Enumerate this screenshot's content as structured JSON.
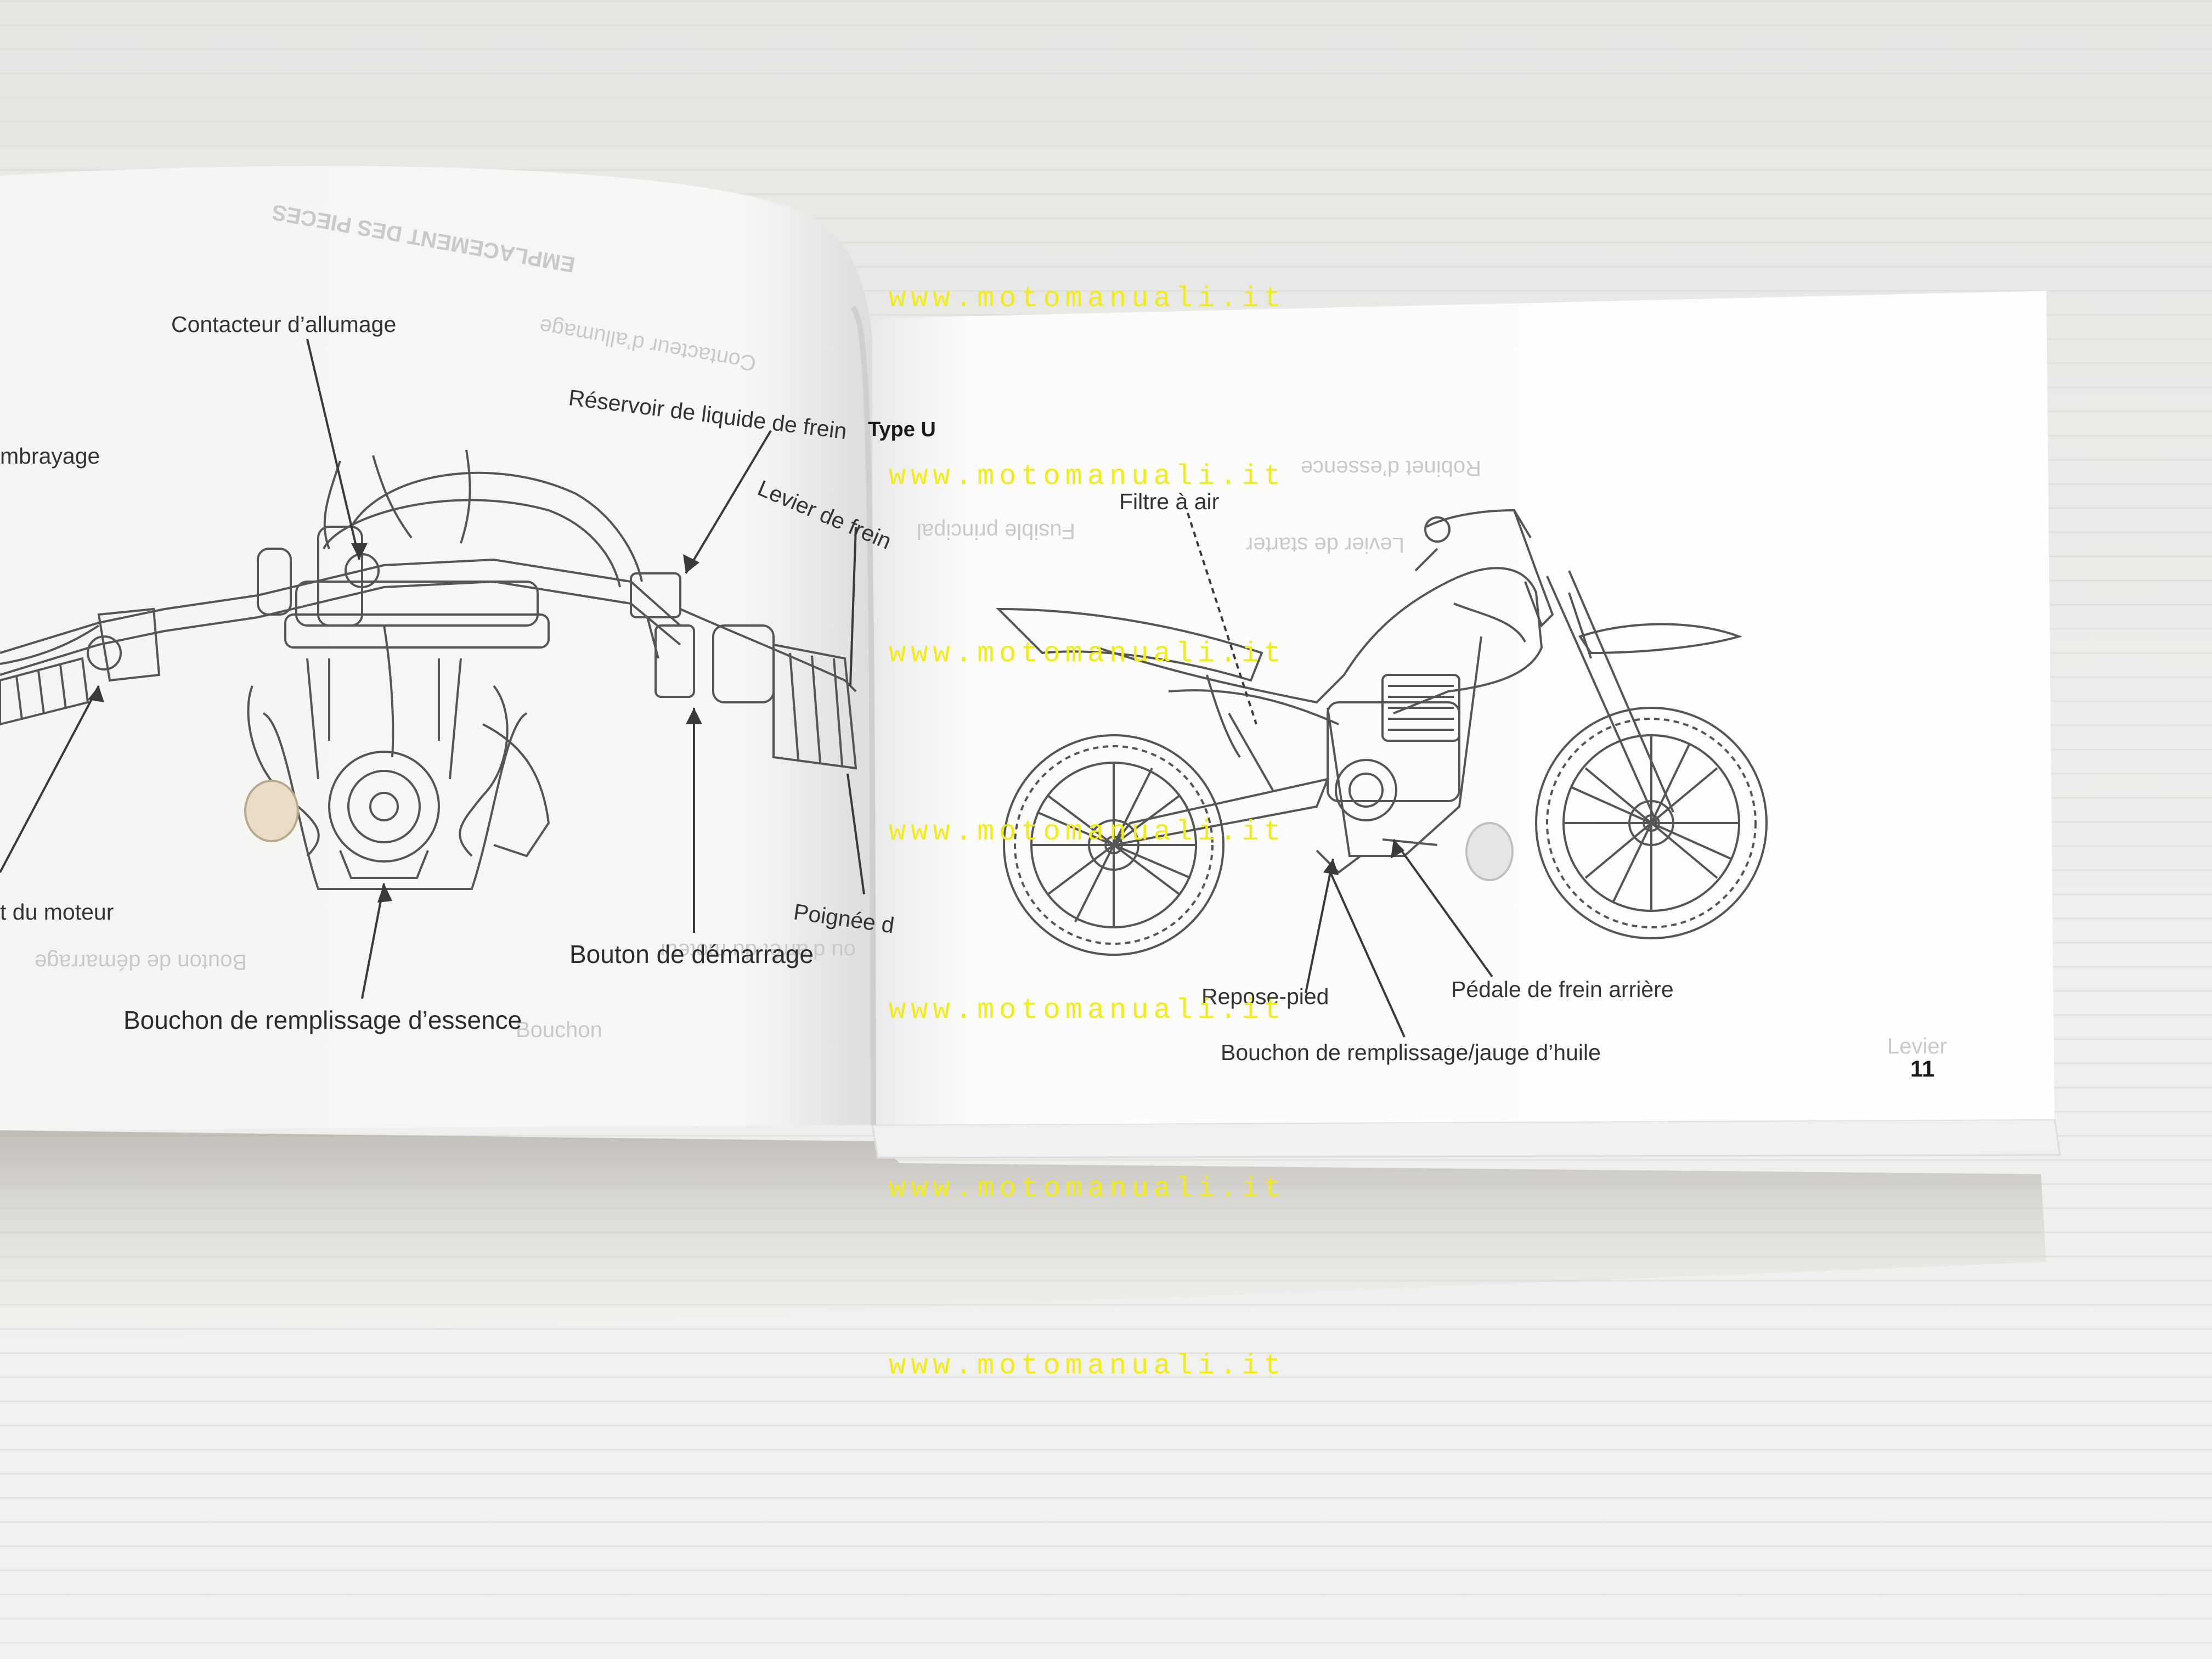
{
  "left_page": {
    "labels": {
      "ignition": "Contacteur d’allumage",
      "clutch": "mbrayage",
      "brake_fluid": "Réservoir de liquide de frein",
      "brake_lever": "Levier de frein",
      "engine_stop": "t du moteur",
      "grip": "Poignée d",
      "starter": "Bouton de démarrage",
      "fuel_cap": "Bouchon de remplissage d’essence"
    },
    "ghost_text": {
      "heading": "EMPLACEMENT DES PIECES",
      "ignition": "Contacteur d’allumage",
      "starter_button": "Bouton de démarrage",
      "engine_stop": "ou d’arrêt du moteur",
      "fuel_cap": "Bouchon"
    }
  },
  "right_page": {
    "type_label": "Type U",
    "labels": {
      "air_filter": "Filtre à air",
      "footrest": "Repose-pied",
      "rear_brake_pedal": "Pédale de frein arrière",
      "oil_cap": "Bouchon de remplissage/jauge d’huile"
    },
    "ghost_text": {
      "fuel_valve": "Robinet d’essence",
      "main_fuse": "Fusible principal",
      "choke": "Levier de starter",
      "lever": "Levier"
    },
    "page_number": "11"
  },
  "watermark": "www.motomanuali.it",
  "colors": {
    "background": "#ececea",
    "page": "#fdfdfd",
    "watermark": "#f2ec16",
    "ink": "#333333"
  }
}
